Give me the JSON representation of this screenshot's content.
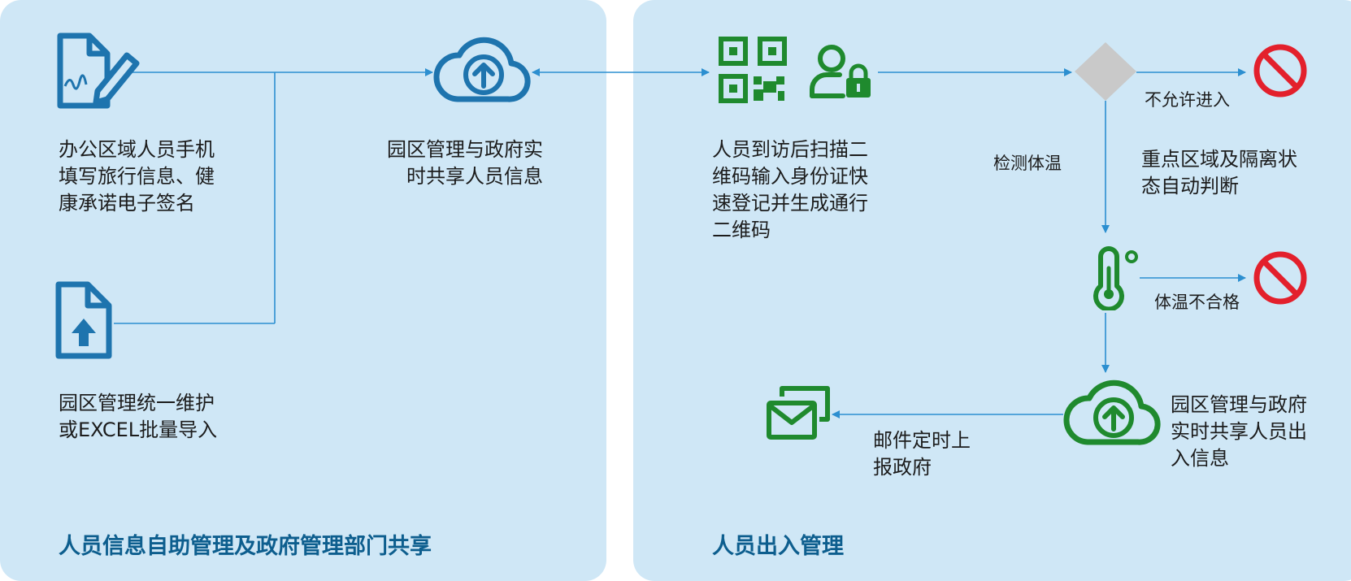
{
  "colors": {
    "panel_bg": "#cfe7f6",
    "blue_icon": "#1e74ae",
    "green_icon": "#1f8a2e",
    "title": "#0d5e8e",
    "connector": "#2c8fd0",
    "deny_red": "#e3202c",
    "diamond": "#c9c9c9"
  },
  "left_panel": {
    "title": "人员信息自助管理及政府管理部门共享",
    "nodes": [
      {
        "icon": "document-signature-icon",
        "text": [
          "办公区域人员手机",
          "填写旅行信息、健",
          "康承诺电子签名"
        ]
      },
      {
        "icon": "document-upload-icon",
        "text": [
          "园区管理统一维护",
          "或EXCEL批量导入"
        ]
      },
      {
        "icon": "cloud-upload-icon",
        "text": [
          "园区管理与政府实",
          "时共享人员信息"
        ]
      }
    ]
  },
  "right_panel": {
    "title": "人员出入管理",
    "nodes": [
      {
        "icon": "qr-code-icon",
        "text": [
          "人员到访后扫描二",
          "维码输入身份证快",
          "速登记并生成通行",
          "二维码"
        ]
      },
      {
        "icon": "user-lock-icon"
      },
      {
        "icon": "decision-diamond-icon",
        "text": [
          "重点区域及隔离状",
          "态自动判断"
        ]
      },
      {
        "icon": "thermometer-icon"
      },
      {
        "icon": "cloud-upload-icon",
        "text": [
          "园区管理与政府",
          "实时共享人员出",
          "入信息"
        ]
      },
      {
        "icon": "email-icon"
      }
    ],
    "edge_labels": {
      "deny_entry": "不允许进入",
      "check_temp": "检测体温",
      "temp_fail": "体温不合格",
      "email_report": [
        "邮件定时上",
        "报政府"
      ]
    }
  }
}
